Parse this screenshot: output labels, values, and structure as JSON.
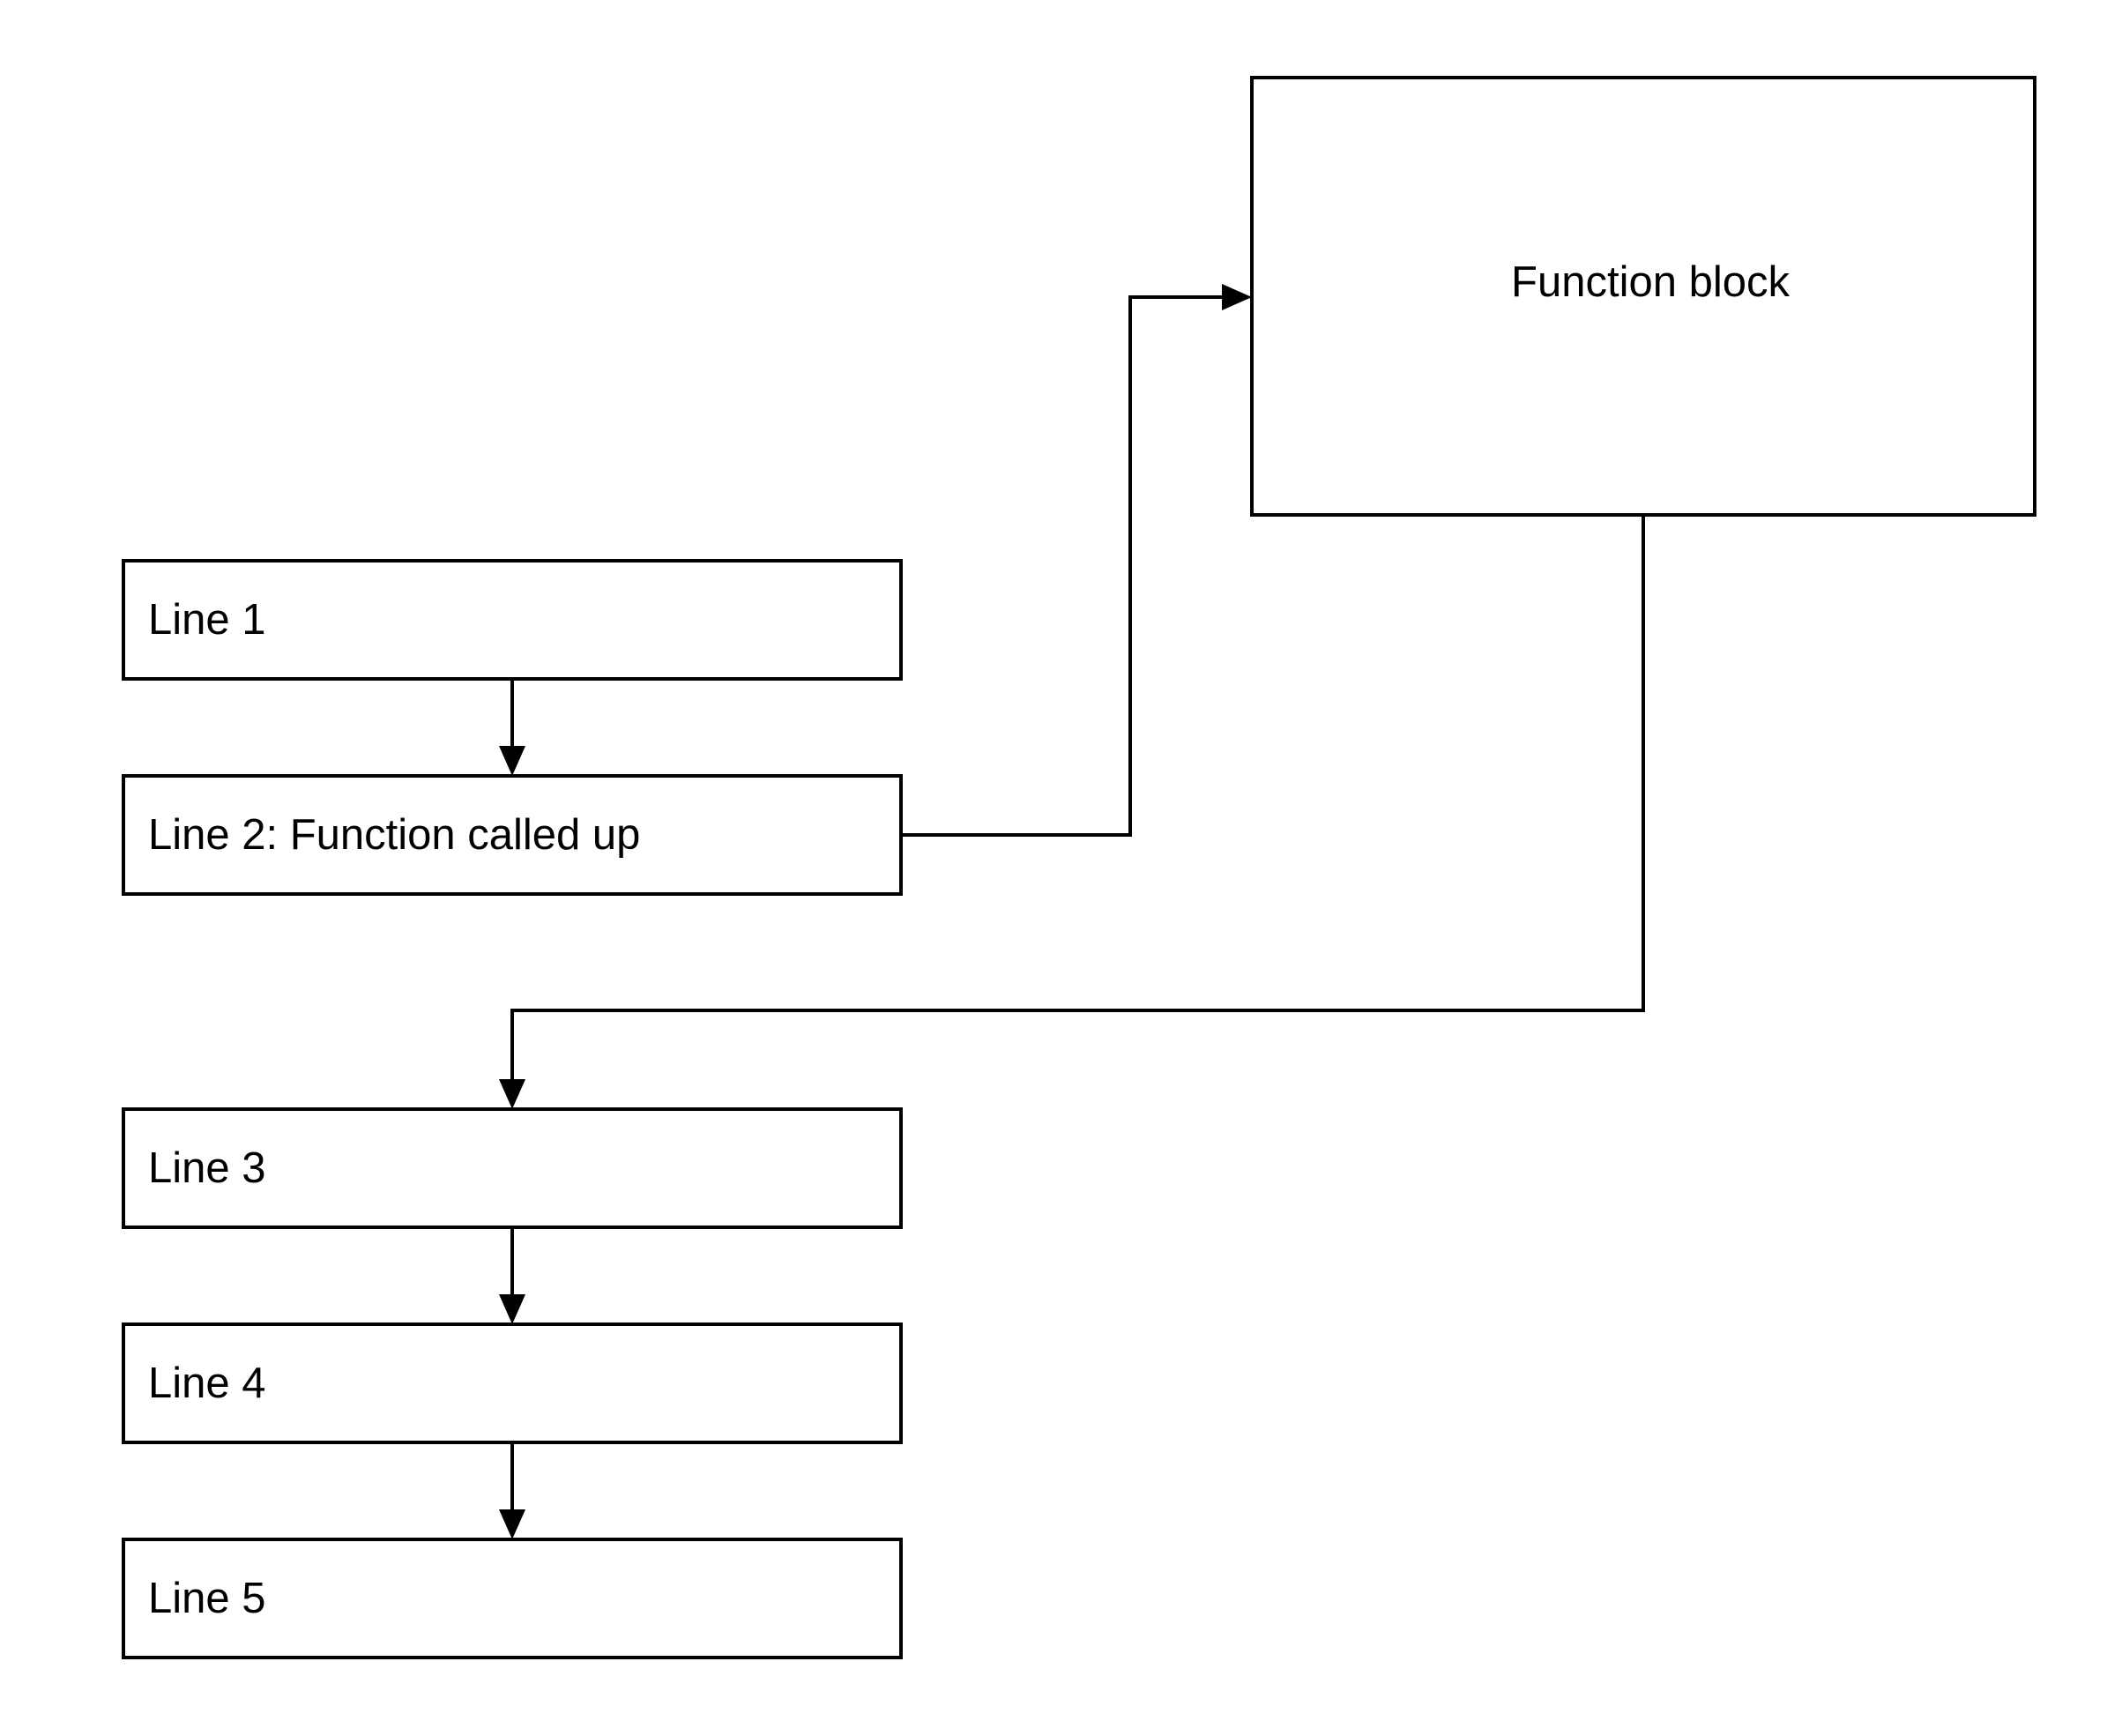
{
  "diagram": {
    "nodes": {
      "line1": "Line 1",
      "line2": "Line 2: Function called up",
      "function_block": "Function block",
      "line3": "Line 3",
      "line4": "Line 4",
      "line5": "Line 5"
    }
  }
}
